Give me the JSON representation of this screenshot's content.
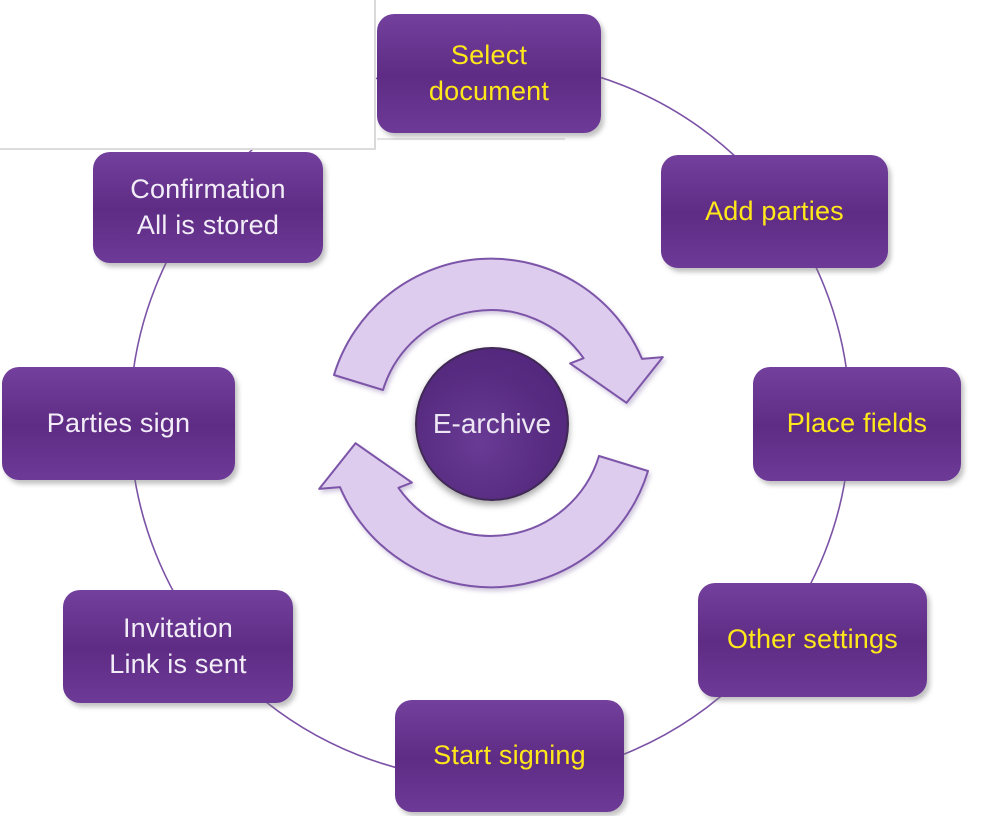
{
  "diagram": {
    "center": {
      "label": "E-archive"
    },
    "steps": [
      {
        "id": "select-document",
        "text": "Select\ndocument",
        "text_color": "#FFE81A"
      },
      {
        "id": "add-parties",
        "text": "Add parties",
        "text_color": "#FFE81A"
      },
      {
        "id": "place-fields",
        "text": "Place fields",
        "text_color": "#FFE81A"
      },
      {
        "id": "other-settings",
        "text": "Other settings",
        "text_color": "#FFE81A"
      },
      {
        "id": "start-signing",
        "text": "Start signing",
        "text_color": "#FFE81A"
      },
      {
        "id": "invitation-link",
        "text": "Invitation\nLink is sent",
        "text_color": "#F2EDF7"
      },
      {
        "id": "parties-sign",
        "text": "Parties sign",
        "text_color": "#F2EDF7"
      },
      {
        "id": "confirmation",
        "text": "Confirmation\nAll is stored",
        "text_color": "#F2EDF7"
      }
    ],
    "colors": {
      "box_purple_dark": "#5E2C84",
      "box_purple_light": "#73419D",
      "hub_purple": "#552A7E",
      "hub_text": "#EDE7F4",
      "label_yellow": "#FFE81A",
      "label_white": "#F2EDF7",
      "arrow_fill": "#DDCCEE",
      "arrow_outline": "#7C54A8",
      "ring_line": "#7B52A6"
    }
  }
}
